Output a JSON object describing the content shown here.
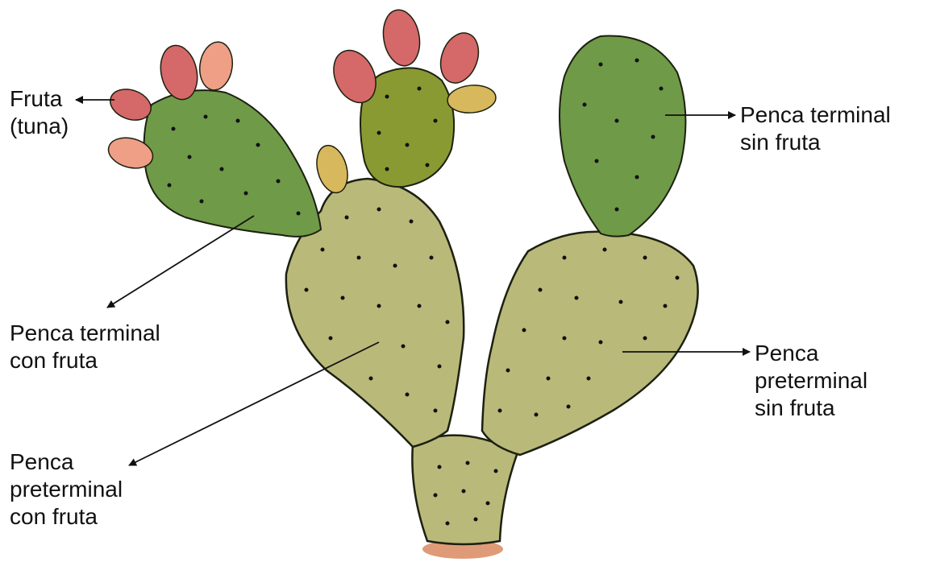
{
  "labels": {
    "fruit": [
      "Fruta",
      "(tuna)"
    ],
    "terminal_without_fruit": [
      "Penca terminal",
      "sin fruta"
    ],
    "terminal_with_fruit": [
      "Penca terminal",
      "con fruta"
    ],
    "preterminal_without_fruit": [
      "Penca",
      "preterminal",
      "sin fruta"
    ],
    "preterminal_with_fruit": [
      "Penca",
      "preterminal",
      "con fruta"
    ]
  },
  "colors": {
    "pad_light": "#b9b97a",
    "pad_dark": "#6f9a48",
    "pad_mid": "#8a9a32",
    "fruit_red": "#d56868",
    "fruit_pink": "#ee9f86",
    "fruit_yellow": "#d8b85c",
    "outline": "#1c2010",
    "soil": "#d98a60",
    "text": "#111111"
  }
}
